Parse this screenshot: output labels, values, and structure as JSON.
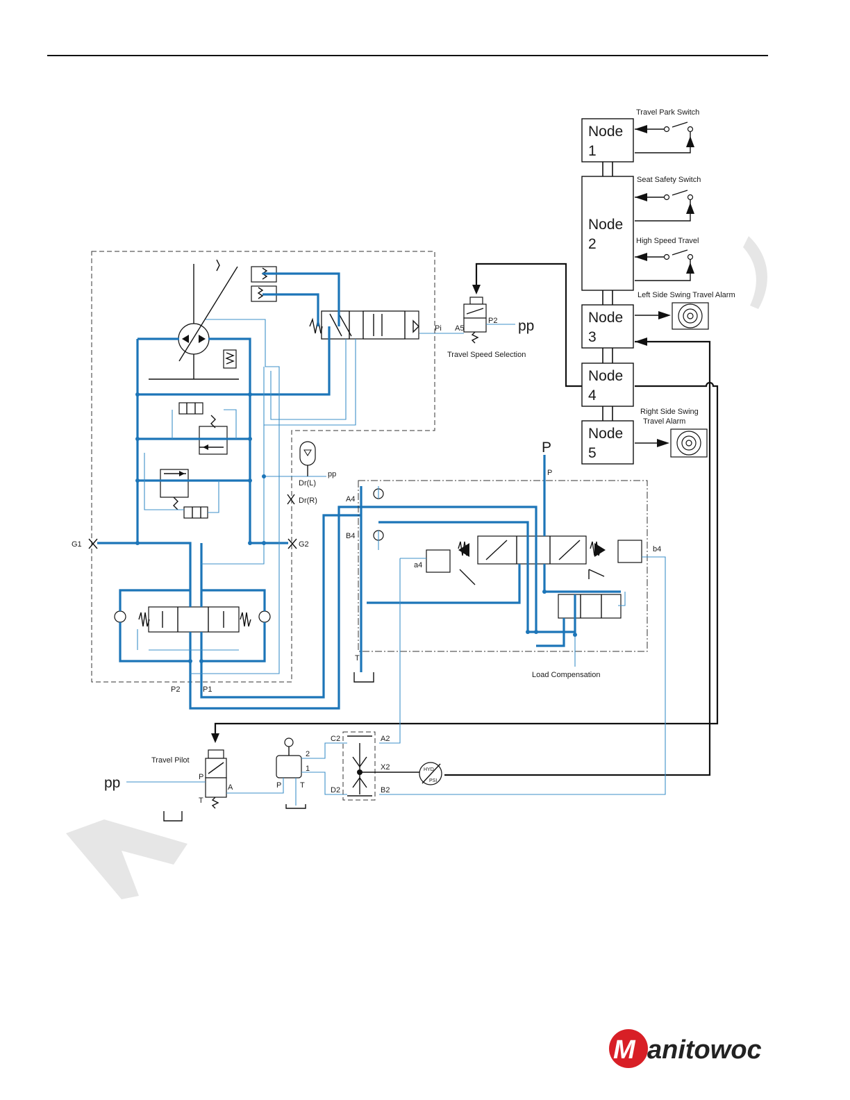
{
  "nodes": [
    {
      "line1": "Node",
      "line2": "1"
    },
    {
      "line1": "Node",
      "line2": "2"
    },
    {
      "line1": "Node",
      "line2": "3"
    },
    {
      "line1": "Node",
      "line2": "4"
    },
    {
      "line1": "Node",
      "line2": "5"
    }
  ],
  "switches": {
    "travel_park": "Travel Park Switch",
    "seat_safety": "Seat Safety Switch",
    "high_speed": "High Speed Travel"
  },
  "alarms": {
    "left": "Left Side Swing Travel Alarm",
    "right_line1": "Right Side Swing",
    "right_line2": "Travel Alarm"
  },
  "valves": {
    "travel_speed_selection": "Travel Speed Selection",
    "load_compensation": "Load Compensation",
    "travel_pilot": "Travel Pilot"
  },
  "ports": {
    "pi": "Pi",
    "a5": "A5",
    "p2_top": "P2",
    "pp_top": "pp",
    "pp_drl": "pp",
    "dr_l": "Dr(L)",
    "dr_r": "Dr(R)",
    "g1": "G1",
    "g2": "G2",
    "p2": "P2",
    "p1": "P1",
    "a4": "A4",
    "b4": "B4",
    "P_big": "P",
    "P_small": "P",
    "T_tank": "T",
    "a4_small": "a4",
    "b4_small": "b4",
    "c2": "C2",
    "a2": "A2",
    "x2": "X2",
    "d2": "D2",
    "b2": "B2",
    "pp_pilot": "pp",
    "pilot_P": "P",
    "pilot_A": "A",
    "pilot_T": "T",
    "joy_2": "2",
    "joy_1": "1",
    "joy_P": "P",
    "joy_T": "T"
  },
  "gauge": {
    "top": "HYD",
    "bottom": "PSI"
  },
  "logo": {
    "text": "Manitowoc"
  },
  "colors": {
    "hydraulic_blue": "#1c75b8",
    "wire_black": "#111111"
  }
}
